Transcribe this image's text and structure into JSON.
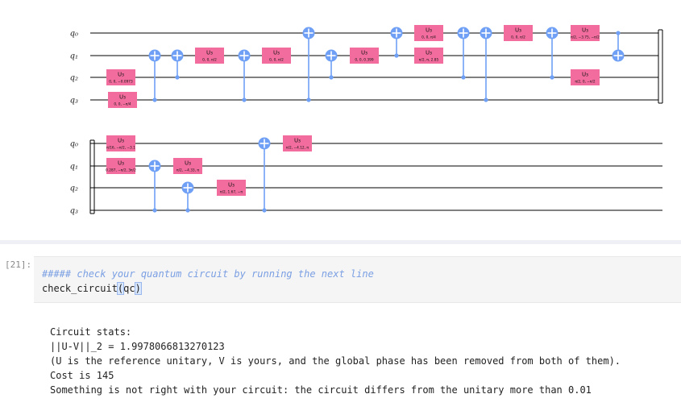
{
  "circuit": {
    "qubits": [
      "q₀",
      "q₁",
      "q₂",
      "q₃"
    ],
    "gate_name": "U₃",
    "colors": {
      "gate": "#f26d9d",
      "control": "#6fa0f5",
      "wire": "#000000"
    },
    "rows": [
      {
        "ops": [
          {
            "kind": "u3",
            "qubit": 2,
            "params": "0, 0, −0.0973"
          },
          {
            "kind": "u3",
            "qubit": 3,
            "params": "0, 0, −π/4"
          },
          {
            "kind": "cx",
            "target": 1,
            "control": 3
          },
          {
            "kind": "cx",
            "target": 1,
            "control": 2
          },
          {
            "kind": "u3",
            "qubit": 1,
            "params": "0, 0, π/2"
          },
          {
            "kind": "cx",
            "target": 1,
            "control": 3
          },
          {
            "kind": "u3",
            "qubit": 1,
            "params": "0, 0, π/2"
          },
          {
            "kind": "cx",
            "target": 0,
            "control": 3
          },
          {
            "kind": "cx",
            "target": 1,
            "control": 2
          },
          {
            "kind": "u3",
            "qubit": 1,
            "params": "0, 0, 0.399"
          },
          {
            "kind": "cx",
            "target": 0,
            "control": 1
          },
          {
            "kind": "u3",
            "qubit": 0,
            "params": "0, 0, π/4"
          },
          {
            "kind": "u3",
            "qubit": 1,
            "params": "π/2, π, 2.85"
          },
          {
            "kind": "cx",
            "target": 0,
            "control": 2
          },
          {
            "kind": "cx",
            "target": 0,
            "control": 3
          },
          {
            "kind": "u3",
            "qubit": 0,
            "params": "0, 0, π/2"
          },
          {
            "kind": "cx",
            "target": 0,
            "control": 2
          },
          {
            "kind": "u3",
            "qubit": 0,
            "params": "π/2, −3.75, −π/2"
          },
          {
            "kind": "u3",
            "qubit": 2,
            "params": "π/2, 0, −π/2"
          },
          {
            "kind": "cx",
            "target": 1,
            "control": 0
          }
        ]
      },
      {
        "ops": [
          {
            "kind": "u3",
            "qubit": 0,
            "params": "π/16, −π/2, −3.1"
          },
          {
            "kind": "u3",
            "qubit": 1,
            "params": "0.287, −π/2, 3π/2"
          },
          {
            "kind": "cx",
            "target": 1,
            "control": 3
          },
          {
            "kind": "u3",
            "qubit": 1,
            "params": "π/2, −4.33, π"
          },
          {
            "kind": "cx",
            "target": 2,
            "control": 3
          },
          {
            "kind": "u3",
            "qubit": 2,
            "params": "π/2, 1.67, −π"
          },
          {
            "kind": "cx",
            "target": 0,
            "control": 3
          },
          {
            "kind": "u3",
            "qubit": 0,
            "params": "π/2, −4.12, π"
          }
        ]
      }
    ]
  },
  "cell": {
    "prompt": "[21]:",
    "code_comment": "##### check your quantum circuit by running the next line",
    "code_func": "check_circuit",
    "code_open": "(",
    "code_arg": "qc",
    "code_close": ")"
  },
  "output": {
    "lines": [
      "Circuit stats:",
      "||U-V||_2 = 1.9978066813270123",
      "(U is the reference unitary, V is yours, and the global phase has been removed from both of them).",
      "Cost is 145",
      "",
      "Something is not right with your circuit: the circuit differs from the unitary more than 0.01"
    ]
  }
}
